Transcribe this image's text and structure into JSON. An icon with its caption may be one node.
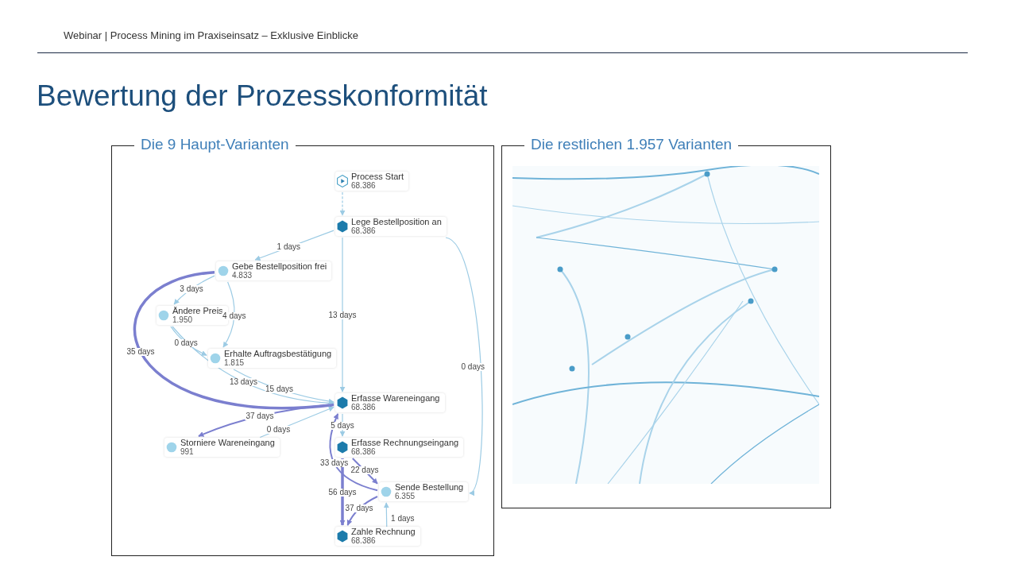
{
  "diagram": {
    "title": "Bewertung der Prozesskonformität",
    "nodes": [
      {
        "text": [
          "Die 9 Haupt-Varianten"
        ]
      },
      {
        "text": [
          "Process Start",
          "68.386"
        ],
        "in": 0
      },
      {
        "text": [
          "Lege Bestellposition an",
          "68.386"
        ],
        "in": 0
      },
      {
        "text": [
          "Gebe Bestellposition frei",
          "4.833"
        ],
        "in": 0
      },
      {
        "text": [
          "Ändere Preis",
          "1.950"
        ],
        "in": 0
      },
      {
        "text": [
          "Erhalte Auftragsbestätigung",
          "1.815"
        ],
        "in": 0
      },
      {
        "text": [
          "Erfasse Wareneingang",
          "68.386"
        ],
        "in": 0
      },
      {
        "text": [
          "Storniere Wareneingang",
          "991"
        ],
        "in": 0
      },
      {
        "text": [
          "Erfasse Rechnungseingang",
          "68.386"
        ],
        "in": 0
      },
      {
        "text": [
          "Sende Bestellung",
          "6.355"
        ],
        "in": 0
      },
      {
        "text": [
          "Zahle Rechnung",
          "68.386"
        ],
        "in": 0
      },
      {
        "text": [
          "Die restlichen 1.957 Varianten"
        ]
      }
    ],
    "edges": [
      {
        "from": 1,
        "to": 2,
        "arrow": "to",
        "style": "dashed"
      },
      {
        "from": 2,
        "to": 3,
        "arrow": "to",
        "label": "1 days"
      },
      {
        "from": 2,
        "to": 6,
        "arrow": "to",
        "label": "13 days"
      },
      {
        "from": 2,
        "to": 9,
        "arrow": "to",
        "label": "0 days"
      },
      {
        "from": 3,
        "to": 4,
        "arrow": "to",
        "label": "3 days"
      },
      {
        "from": 3,
        "to": 5,
        "arrow": "to",
        "label": "4 days"
      },
      {
        "from": 3,
        "to": 6,
        "arrow": "to",
        "label": "35 days",
        "style": "thick",
        "color": "#7b7fcf"
      },
      {
        "from": 4,
        "to": 5,
        "arrow": "to",
        "label": "0 days"
      },
      {
        "from": 4,
        "to": 6,
        "arrow": "to",
        "label": "13 days"
      },
      {
        "from": 5,
        "to": 6,
        "arrow": "to",
        "label": "15 days"
      },
      {
        "from": 6,
        "to": 7,
        "arrow": "to",
        "label": "37 days",
        "color": "#7b7fcf"
      },
      {
        "from": 7,
        "to": 6,
        "arrow": "to",
        "label": "0 days"
      },
      {
        "from": 6,
        "to": 8,
        "arrow": "to",
        "label": "5 days"
      },
      {
        "from": 8,
        "to": 9,
        "arrow": "to",
        "label": "22 days",
        "color": "#7b7fcf"
      },
      {
        "from": 9,
        "to": 6,
        "arrow": "to",
        "label": "33 days",
        "color": "#7b7fcf"
      },
      {
        "from": 8,
        "to": 10,
        "arrow": "to",
        "label": "56 days",
        "style": "thick",
        "color": "#7b7fcf"
      },
      {
        "from": 9,
        "to": 10,
        "arrow": "to",
        "label": "37 days",
        "color": "#7b7fcf"
      },
      {
        "from": 10,
        "to": 9,
        "arrow": "to",
        "label": "1 days"
      }
    ],
    "labels": [
      "Webinar | Process Mining im Praxiseinsatz – Exklusive Einblicke"
    ]
  }
}
